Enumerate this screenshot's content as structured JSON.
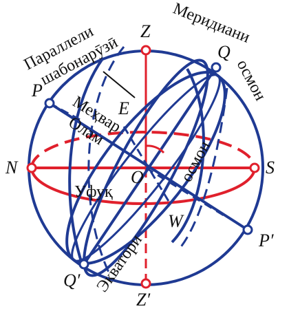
{
  "points": {
    "zenith": "Z",
    "nadir": "Z′",
    "north": "N",
    "south": "S",
    "center": "O",
    "east": "E",
    "west": "W",
    "pole_north": "P",
    "pole_south": "P′",
    "equator_top": "Q",
    "equator_bottom": "Q′"
  },
  "labels": {
    "parallels_line1": "Параллели",
    "parallels_line2": "шабонарӯзӣ",
    "meridian_line1": "Меридиани",
    "meridian_line2": "осмон",
    "axis_line1": "Меҳвар",
    "axis_line2": "Олам",
    "horizon": "Уфуқ",
    "equator_line1": "Экватори",
    "equator_line2": "осмон"
  },
  "colors": {
    "blue": "#1f3a93",
    "red": "#e0202c",
    "ink": "#111111"
  }
}
